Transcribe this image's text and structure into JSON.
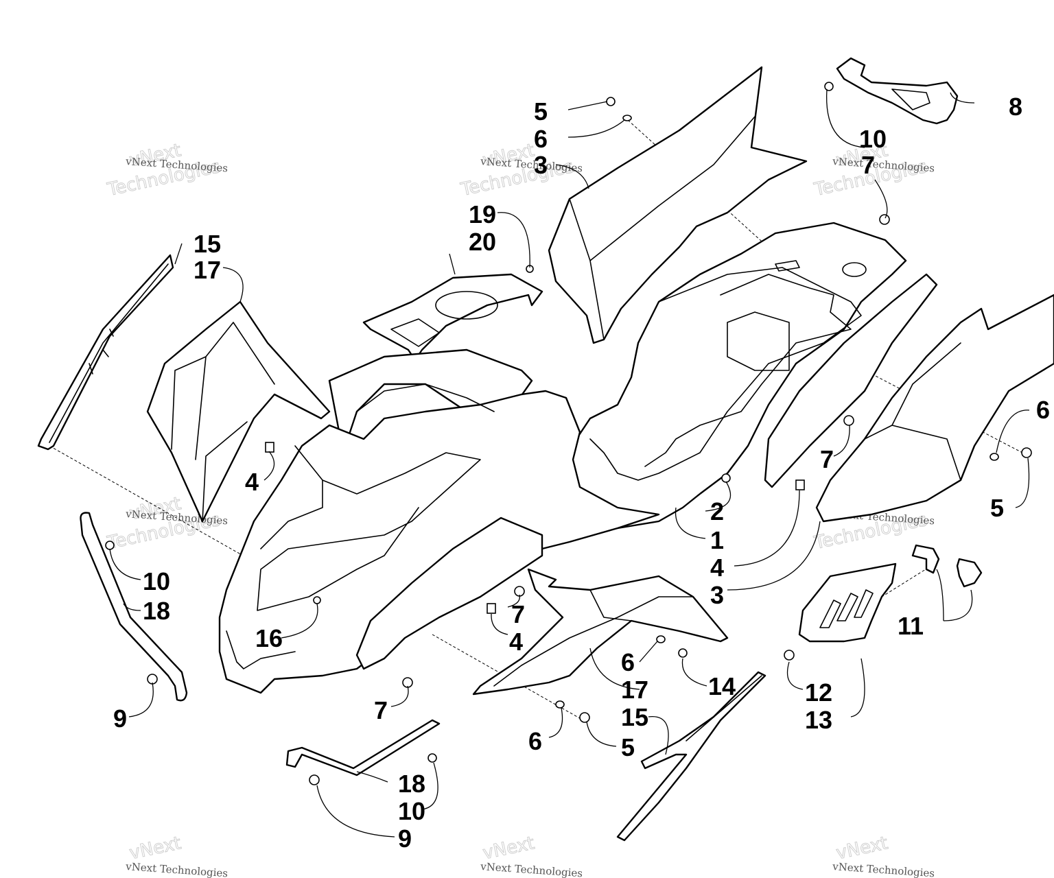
{
  "watermark": {
    "line1": "vNext",
    "line2": "Technologies",
    "small": "vNext Technologies"
  },
  "callouts": [
    "1",
    "2",
    "3",
    "4",
    "5",
    "6",
    "7",
    "8",
    "9",
    "10",
    "11",
    "12",
    "13",
    "14",
    "15",
    "16",
    "17",
    "18",
    "19",
    "20"
  ]
}
